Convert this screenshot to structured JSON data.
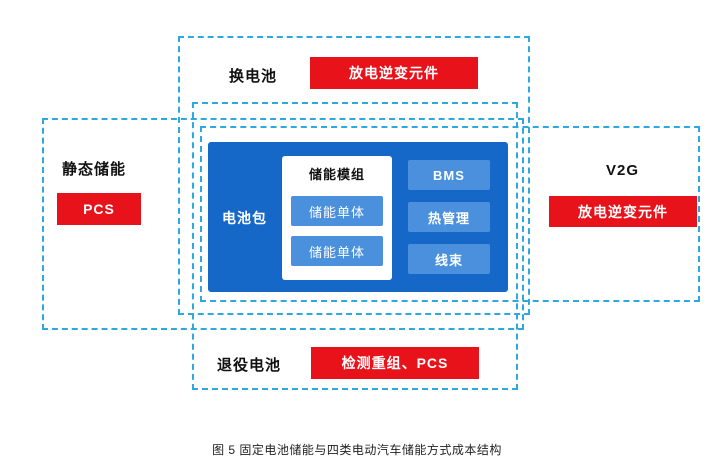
{
  "caption": "图 5  固定电池储能与四类电动汽车储能方式成本结构",
  "colors": {
    "dashed_border": "#2EA9E0",
    "red": "#E8121A",
    "pack_blue": "#1567C8",
    "component_blue": "#4A90DC"
  },
  "regions": {
    "swap": {
      "label": "换电池",
      "component": "放电逆变元件"
    },
    "static": {
      "label": "静态储能",
      "component": "PCS"
    },
    "v2g": {
      "label": "V2G",
      "component": "放电逆变元件"
    },
    "retired": {
      "label": "退役电池",
      "component": "检测重组、PCS"
    }
  },
  "battery_pack": {
    "label": "电池包",
    "module": {
      "title": "储能模组",
      "cells": [
        "储能单体",
        "储能单体"
      ]
    },
    "components": [
      "BMS",
      "热管理",
      "线束"
    ]
  }
}
